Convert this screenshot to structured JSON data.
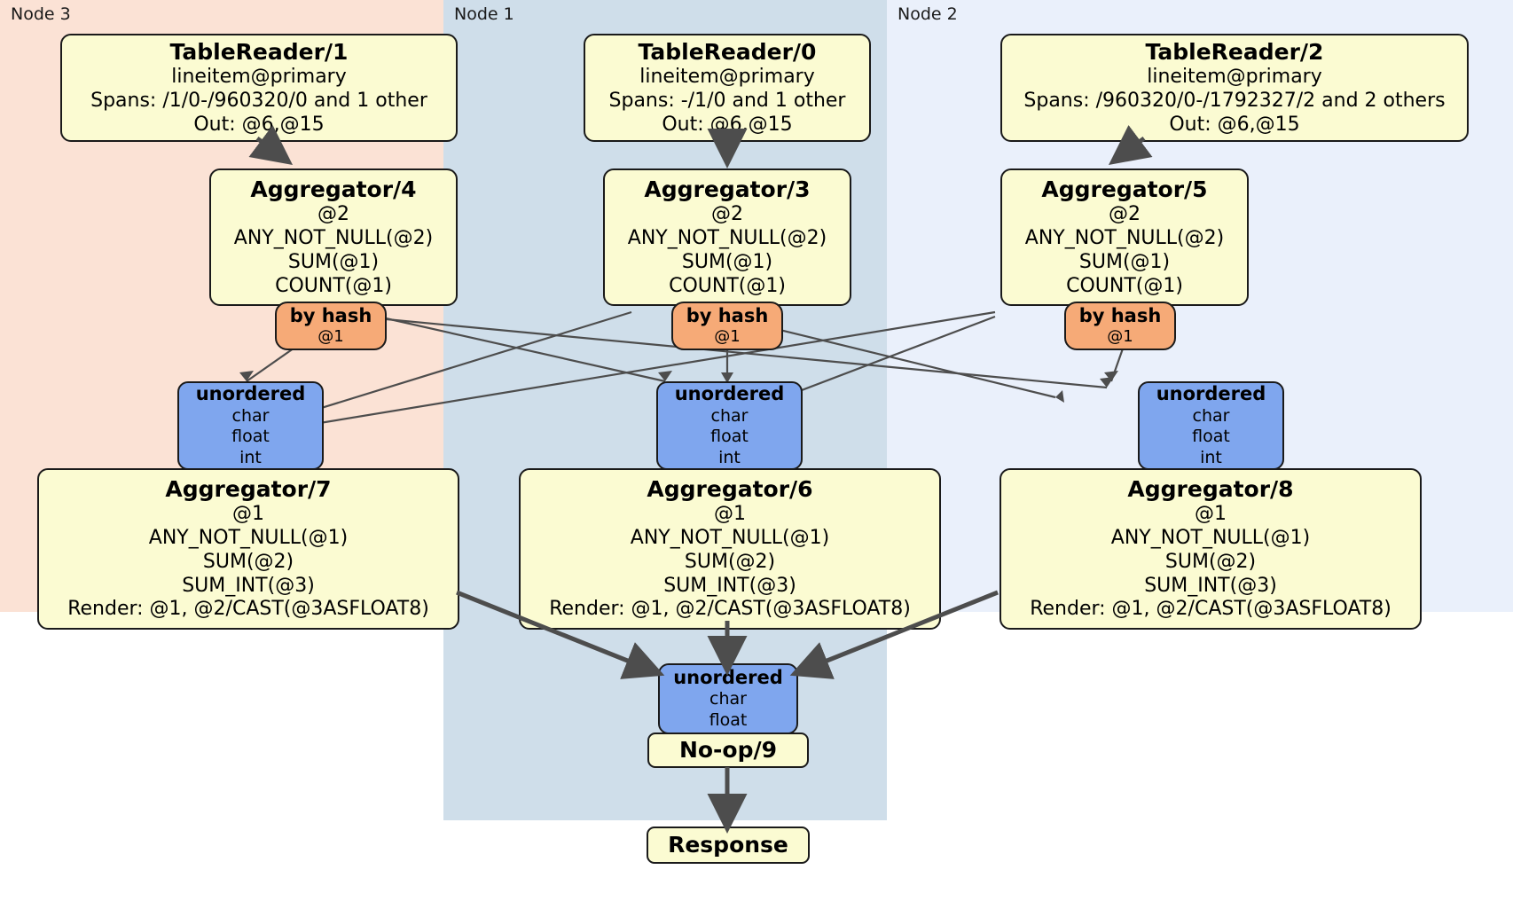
{
  "diagram": {
    "title": "Distributed query execution plan",
    "colors": {
      "node3_panel": "#fbe2d5",
      "node1_panel": "#cfdeea",
      "node2_panel": "#eaf0fb",
      "processor_fill": "#fbfbd2",
      "router_fill": "#f6aa77",
      "receiver_fill": "#7fa6ee",
      "stroke": "#1a1a1a",
      "edge": "#4d4d4d"
    }
  },
  "nodes": [
    {
      "id": "node3",
      "label": "Node 3"
    },
    {
      "id": "node1",
      "label": "Node 1"
    },
    {
      "id": "node2",
      "label": "Node 2"
    }
  ],
  "processors": {
    "table_reader_1": {
      "title": "TableReader/1",
      "line1": "lineitem@primary",
      "line2": "Spans: /1/0-/960320/0 and 1 other",
      "line3": "Out: @6,@15"
    },
    "table_reader_0": {
      "title": "TableReader/0",
      "line1": "lineitem@primary",
      "line2": "Spans: -/1/0 and 1 other",
      "line3": "Out: @6,@15"
    },
    "table_reader_2": {
      "title": "TableReader/2",
      "line1": "lineitem@primary",
      "line2": "Spans: /960320/0-/1792327/2 and 2 others",
      "line3": "Out: @6,@15"
    },
    "aggregator_4": {
      "title": "Aggregator/4",
      "line1": "@2",
      "line2": "ANY_NOT_NULL(@2)",
      "line3": "SUM(@1)",
      "line4": "COUNT(@1)"
    },
    "aggregator_3": {
      "title": "Aggregator/3",
      "line1": "@2",
      "line2": "ANY_NOT_NULL(@2)",
      "line3": "SUM(@1)",
      "line4": "COUNT(@1)"
    },
    "aggregator_5": {
      "title": "Aggregator/5",
      "line1": "@2",
      "line2": "ANY_NOT_NULL(@2)",
      "line3": "SUM(@1)",
      "line4": "COUNT(@1)"
    },
    "aggregator_7": {
      "title": "Aggregator/7",
      "line1": "@1",
      "line2": "ANY_NOT_NULL(@1)",
      "line3": "SUM(@2)",
      "line4": "SUM_INT(@3)",
      "line5": "Render: @1, @2/CAST(@3ASFLOAT8)"
    },
    "aggregator_6": {
      "title": "Aggregator/6",
      "line1": "@1",
      "line2": "ANY_NOT_NULL(@1)",
      "line3": "SUM(@2)",
      "line4": "SUM_INT(@3)",
      "line5": "Render: @1, @2/CAST(@3ASFLOAT8)"
    },
    "aggregator_8": {
      "title": "Aggregator/8",
      "line1": "@1",
      "line2": "ANY_NOT_NULL(@1)",
      "line3": "SUM(@2)",
      "line4": "SUM_INT(@3)",
      "line5": "Render: @1, @2/CAST(@3ASFLOAT8)"
    },
    "noop_9": {
      "title": "No-op/9"
    },
    "response": {
      "title": "Response"
    }
  },
  "routers": {
    "by_hash_left": {
      "title": "by hash",
      "line1": "@1"
    },
    "by_hash_center": {
      "title": "by hash",
      "line1": "@1"
    },
    "by_hash_right": {
      "title": "by hash",
      "line1": "@1"
    }
  },
  "receivers": {
    "unordered_left": {
      "title": "unordered",
      "line1": "char",
      "line2": "float",
      "line3": "int"
    },
    "unordered_center": {
      "title": "unordered",
      "line1": "char",
      "line2": "float",
      "line3": "int"
    },
    "unordered_right": {
      "title": "unordered",
      "line1": "char",
      "line2": "float",
      "line3": "int"
    },
    "unordered_final": {
      "title": "unordered",
      "line1": "char",
      "line2": "float"
    }
  }
}
